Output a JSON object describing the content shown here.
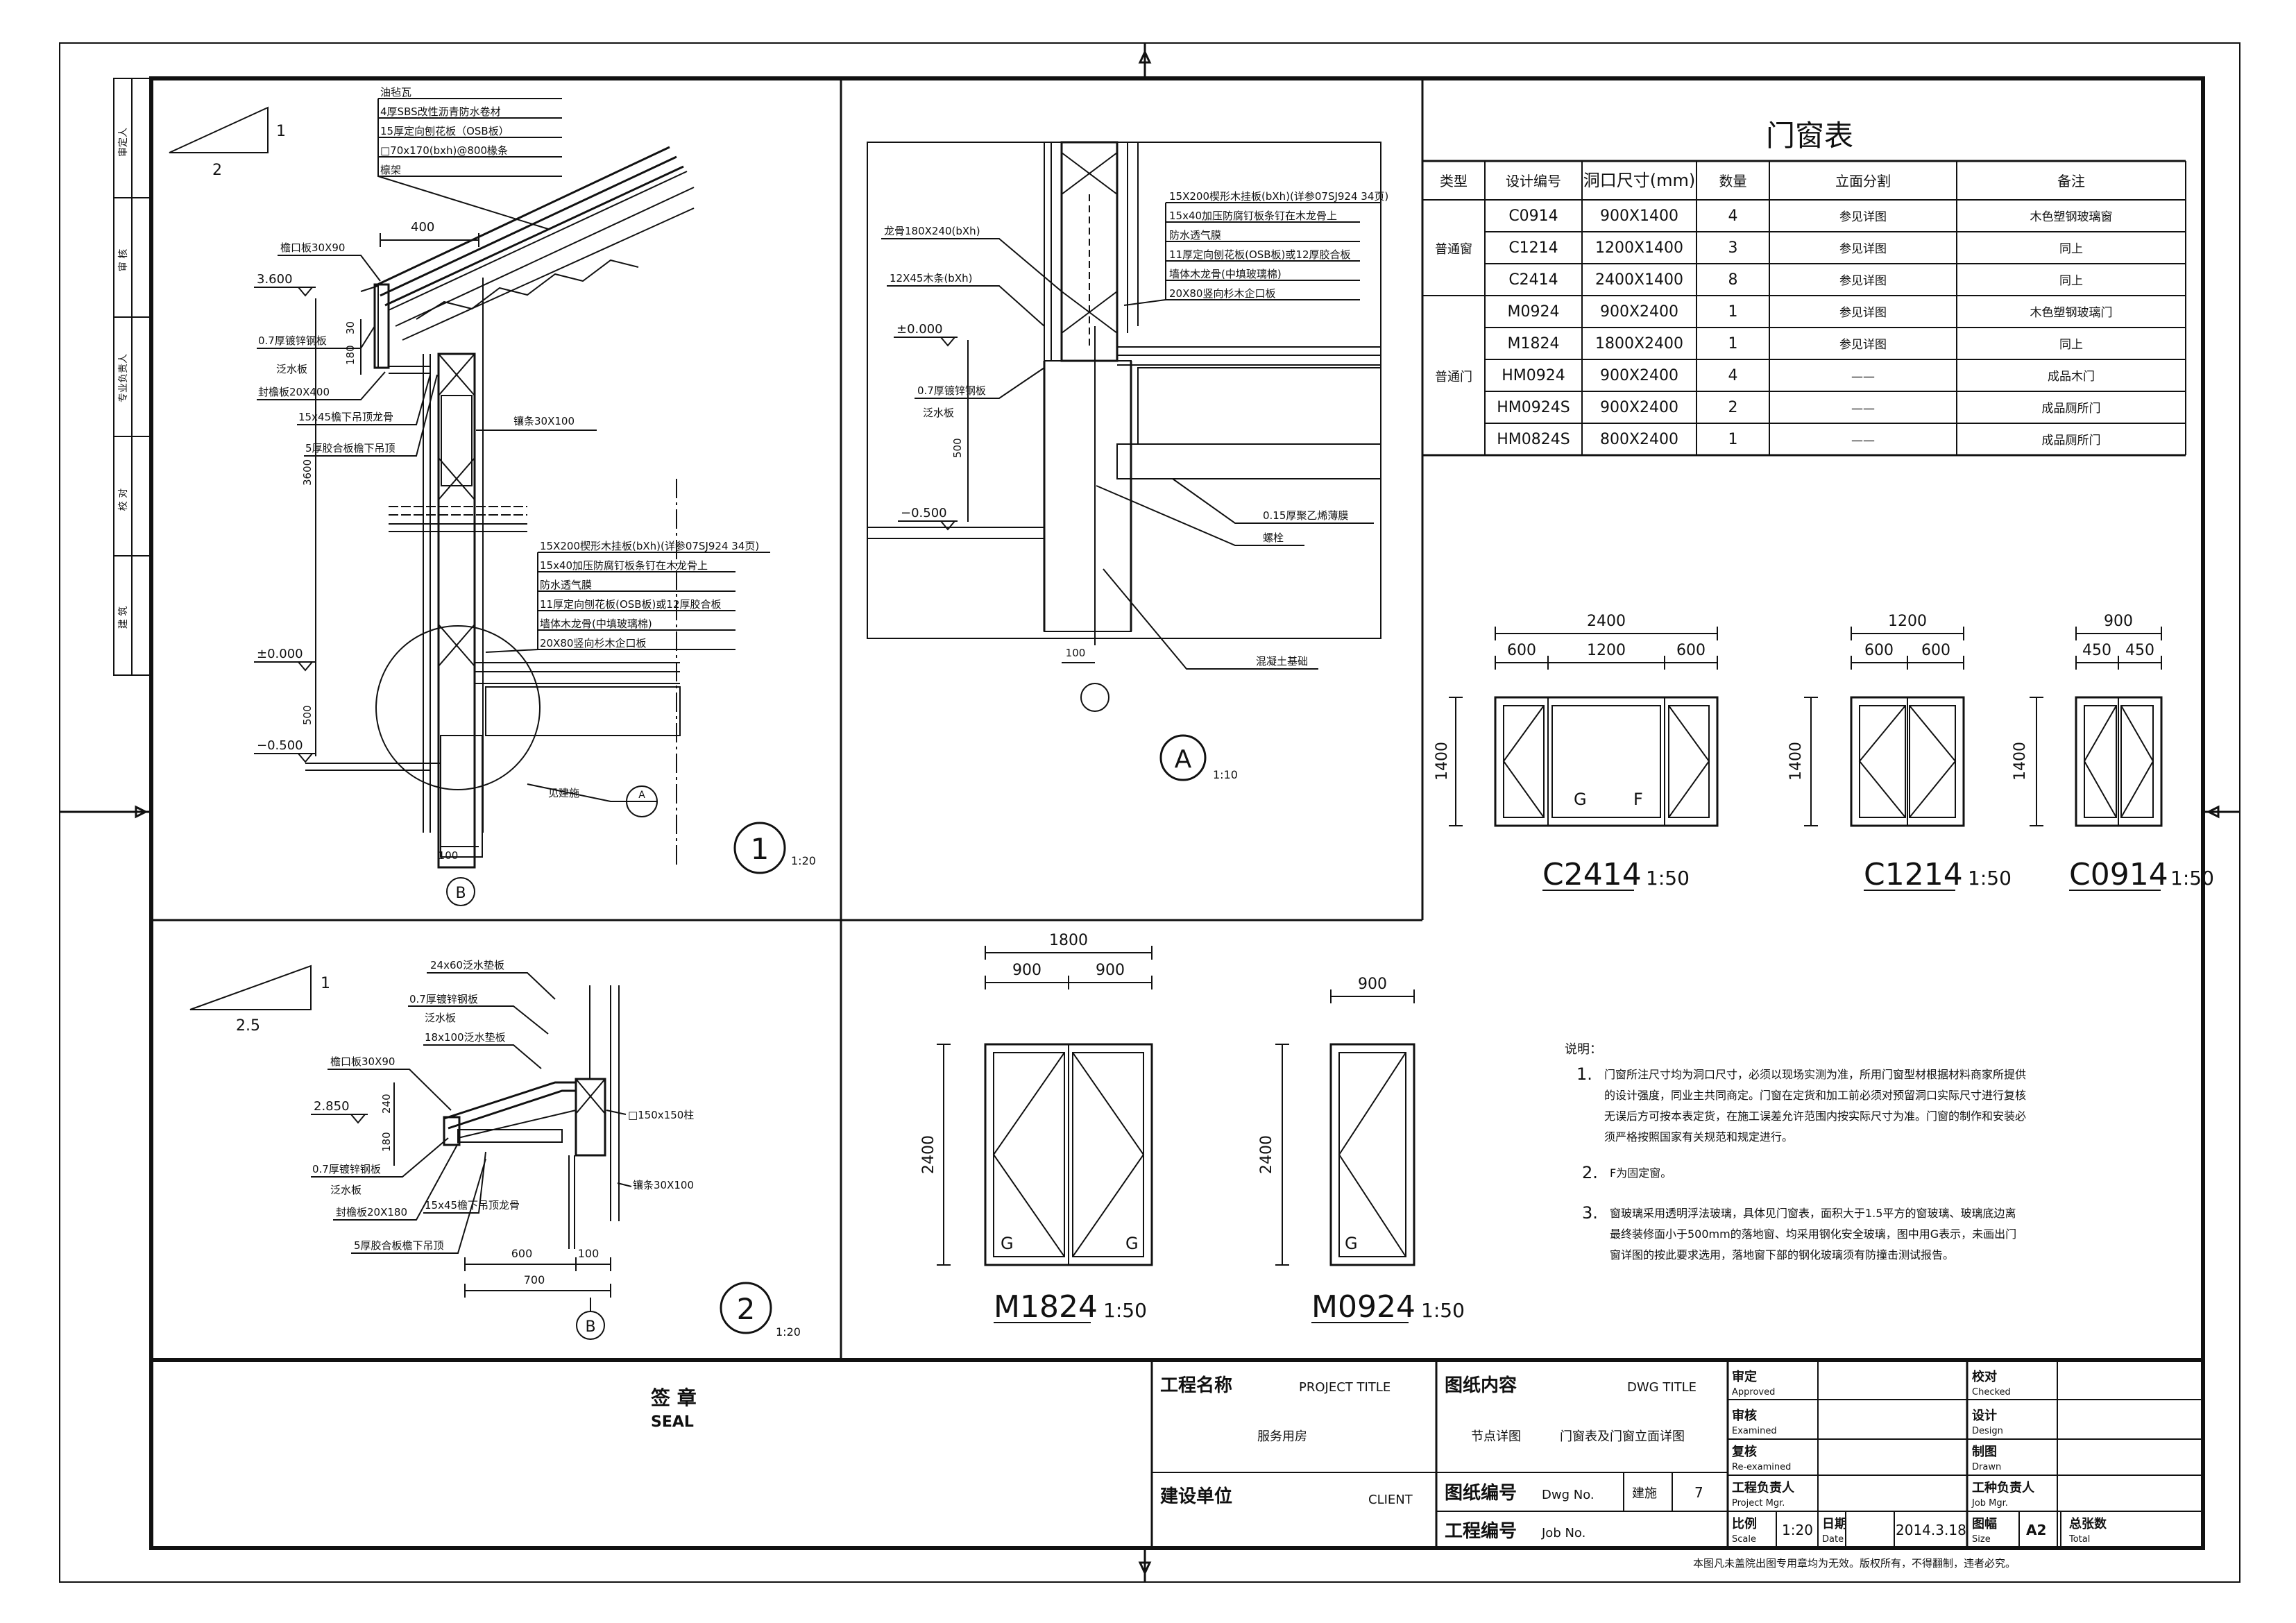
{
  "detail1": {
    "roof_layers": [
      "油毡瓦",
      "4厚SBS改性沥青防水卷材",
      "15厚定向刨花板（OSB板）",
      "□70x170(bxh)@800椽条",
      "檩架"
    ],
    "slope": {
      "rise": "1",
      "run": "2"
    },
    "eave_board": "檐口板30X90",
    "dim_400": "400",
    "el_3600": "3.600",
    "flashing": "0.7厚镀锌钢板",
    "flashing2": "泛水板",
    "soffit": "封檐板20X400",
    "dim_180": "180",
    "dim_30": "30",
    "batten": "15x45檐下吊顶龙骨",
    "ply": "5厚胶合板檐下吊顶",
    "strip": "镶条30X100",
    "dim_3600": "3600",
    "wall_layers": [
      "15X200楔形木挂板(bXh)(详参07SJ924 34页)",
      "15x40加压防腐钉板条钉在木龙骨上",
      "防水透气膜",
      "11厚定向刨花板(OSB板)或12厚胶合板",
      "墙体木龙骨(中填玻璃棉)",
      "20X80竖向杉木企口板"
    ],
    "el_000": "±0.000",
    "dim_500": "500",
    "el_m500": "−0.500",
    "ref": "见建施",
    "ref_a": "A",
    "dim_100": "100",
    "axis": "B",
    "num": "1",
    "scale": "1:20"
  },
  "detailA": {
    "labels": [
      "15X200楔形木挂板(bXh)(详参07SJ924 34页)",
      "15x40加压防腐钉板条钉在木龙骨上",
      "防水透气膜",
      "11厚定向刨花板(OSB板)或12厚胶合板",
      "墙体木龙骨(中填玻璃棉)",
      "20X80竖向杉木企口板"
    ],
    "keel": "龙骨180X240(bXh)",
    "wood": "12X45木条(bXh)",
    "el_000": "±0.000",
    "flash": "0.7厚镀锌钢板",
    "flash2": "泛水板",
    "dim_500": "500",
    "el_m500": "−0.500",
    "membrane": "0.15厚聚乙烯薄膜",
    "bolt": "螺栓",
    "concrete": "混凝土基础",
    "dim_100": "100",
    "letter": "A",
    "scale": "1:10"
  },
  "detail2": {
    "slope": {
      "rise": "1",
      "run": "2.5"
    },
    "labels": [
      "24x60泛水垫板",
      "0.7厚镀锌钢板",
      "泛水板",
      "18x100泛水垫板"
    ],
    "eave": "檐口板30X90",
    "el_2850": "2.850",
    "dim_240": "240",
    "dim_180": "180",
    "post": "□150x150柱",
    "flash": "0.7厚镀锌钢板",
    "flash2": "泛水板",
    "soffit": "封檐板20X180",
    "batten": "15x45檐下吊顶龙骨",
    "strip": "镶条30X100",
    "ply": "5厚胶合板檐下吊顶",
    "dim_600": "600",
    "dim_100": "100",
    "dim_700": "700",
    "axis": "B",
    "num": "2",
    "scale": "1:20"
  },
  "table": {
    "title": "门窗表",
    "headers": [
      "类型",
      "设计编号",
      "洞口尺寸(mm)",
      "数量",
      "立面分割",
      "备注"
    ],
    "group_window": "普通窗",
    "group_door": "普通门",
    "rows": [
      [
        "C0914",
        "900X1400",
        "4",
        "参见详图",
        "木色塑钢玻璃窗"
      ],
      [
        "C1214",
        "1200X1400",
        "3",
        "参见详图",
        "同上"
      ],
      [
        "C2414",
        "2400X1400",
        "8",
        "参见详图",
        "同上"
      ],
      [
        "M0924",
        "900X2400",
        "1",
        "参见详图",
        "木色塑钢玻璃门"
      ],
      [
        "M1824",
        "1800X2400",
        "1",
        "参见详图",
        "同上"
      ],
      [
        "HM0924",
        "900X2400",
        "4",
        "——",
        "成品木门"
      ],
      [
        "HM0924S",
        "900X2400",
        "2",
        "——",
        "成品厕所门"
      ],
      [
        "HM0824S",
        "800X2400",
        "1",
        "——",
        "成品厕所门"
      ]
    ]
  },
  "elevations": {
    "c2414": {
      "name": "C2414",
      "scale": "1:50",
      "w": "2400",
      "p1": "600",
      "p2": "1200",
      "p3": "600",
      "h": "1400",
      "g": "G",
      "f": "F"
    },
    "c1214": {
      "name": "C1214",
      "scale": "1:50",
      "w": "1200",
      "p1": "600",
      "p2": "600",
      "h": "1400"
    },
    "c0914": {
      "name": "C0914",
      "scale": "1:50",
      "w": "900",
      "p1": "450",
      "p2": "450",
      "h": "1400"
    },
    "m1824": {
      "name": "M1824",
      "scale": "1:50",
      "w": "1800",
      "p1": "900",
      "p2": "900",
      "h": "2400",
      "g": "G"
    },
    "m0924": {
      "name": "M0924",
      "scale": "1:50",
      "w": "900",
      "h": "2400",
      "g": "G"
    }
  },
  "notes": {
    "title": "说明：",
    "n1": "1.",
    "n1_lines": [
      "门窗所注尺寸均为洞口尺寸，必须以现场实测为准，所用门窗型材根据材料商家所提供",
      "的设计强度，同业主共同商定。门窗在定货和加工前必须对预留洞口实际尺寸进行复核",
      "无误后方可按本表定货，在施工误差允许范围内按实际尺寸为准。门窗的制作和安装必",
      "须严格按照国家有关规范和规定进行。"
    ],
    "n2": "2.",
    "n2_text": "F为固定窗。",
    "n3": "3.",
    "n3_lines": [
      "窗玻璃采用透明浮法玻璃，具体见门窗表，面积大于1.5平方的窗玻璃、玻璃底边离",
      "最终装修面小于500mm的落地窗、均采用钢化安全玻璃，图中用G表示，未画出门",
      "窗详图的按此要求选用，落地窗下部的钢化玻璃须有防撞击测试报告。"
    ]
  },
  "sidebar": [
    "审定人",
    "审 核",
    "专业负责人",
    "校 对",
    "建 筑"
  ],
  "title_block": {
    "seal_cn": "签  章",
    "seal_en": "SEAL",
    "project_title_cn": "工程名称",
    "project_title_en": "PROJECT TITLE",
    "project_name": "服务用房",
    "client_cn": "建设单位",
    "client_en": "CLIENT",
    "dwg_title_cn": "图纸内容",
    "dwg_title_en": "DWG TITLE",
    "dwg_title_1": "节点详图",
    "dwg_title_2": "门窗表及门窗立面详图",
    "dwg_no_cn": "图纸编号",
    "dwg_no_en": "Dwg No.",
    "dwg_no_a": "建施",
    "dwg_no_b": "7",
    "job_no_cn": "工程编号",
    "job_no_en": "Job No.",
    "approved_cn": "审定",
    "approved_en": "Approved",
    "examined_cn": "审核",
    "examined_en": "Examined",
    "reexamined_cn": "复核",
    "reexamined_en": "Re-examined",
    "pm_cn": "工程负责人",
    "pm_en": "Project Mgr.",
    "scale_cn": "比例",
    "scale_en": "Scale",
    "scale_val": "1:20",
    "date_cn": "日期",
    "date_en": "Date",
    "date_val": "2014.3.18",
    "checked_cn": "校对",
    "checked_en": "Checked",
    "design_cn": "设计",
    "design_en": "Design",
    "drawn_cn": "制图",
    "drawn_en": "Drawn",
    "jobmgr_cn": "工种负责人",
    "jobmgr_en": "Job Mgr.",
    "size_cn": "图幅",
    "size_en": "Size",
    "size_val": "A2",
    "total_cn": "总张数",
    "total_en": "Total",
    "footnote": "本图凡未盖院出图专用章均为无效。版权所有，不得翻制，违者必究。"
  }
}
